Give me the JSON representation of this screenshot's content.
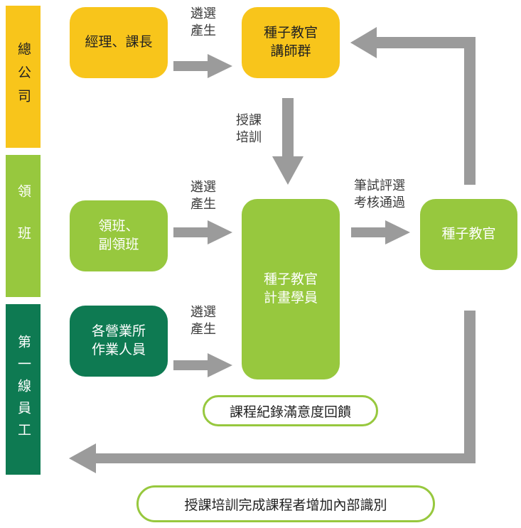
{
  "colors": {
    "yellow": "#f8c51b",
    "green": "#97c83e",
    "dark_green": "#0e7a52",
    "arrow": "#9b9b9b",
    "pill_border": "#97c83e"
  },
  "bands": {
    "head_office": "總公司",
    "team_leader": "領班",
    "frontline": "第一線員工"
  },
  "boxes": {
    "managers": "經理、課長",
    "lecturers": "種子教官\n講師群",
    "leaders": "領班、\n副領班",
    "operators": "各營業所\n作業人員",
    "trainees": "種子教官\n計畫學員",
    "seed_instructor": "種子教官"
  },
  "labels": {
    "select_1": "遴選\n產生",
    "select_2": "遴選\n產生",
    "select_3": "遴選\n產生",
    "teach": "授課\n培訓",
    "exam": "筆試評選\n考核通過"
  },
  "notes": {
    "feedback": "課程紀錄滿意度回饋",
    "recognition": "授課培訓完成課程者增加內部識別"
  }
}
